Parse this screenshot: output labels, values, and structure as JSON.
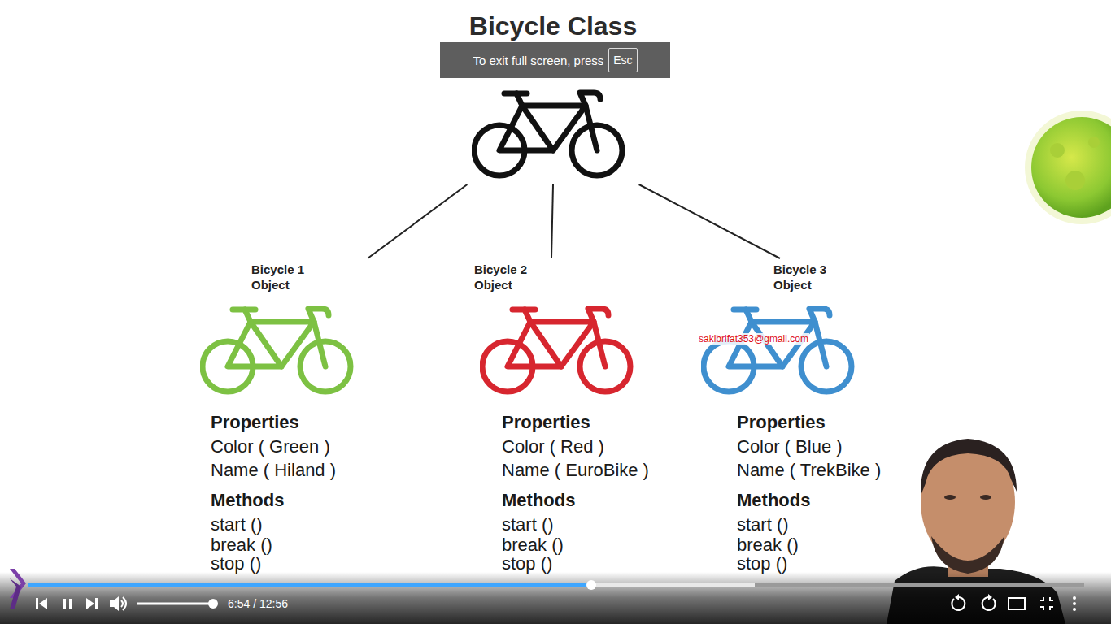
{
  "diagram": {
    "nodes": [
      {
        "text": [
          "To exit full screen, press"
        ]
      },
      {
        "text": [
          "Esc"
        ],
        "in": 0
      },
      {
        "text": [
          "Bicycle Class"
        ]
      },
      {
        "text": [
          "Bicycle 1 Object",
          "Properties",
          "Color ( Green )",
          "Name ( Hiland )",
          "Methods",
          "start ()",
          "break ()",
          "stop ()"
        ]
      },
      {
        "text": [
          "Bicycle 2 Object",
          "Properties",
          "Color ( Red )",
          "Name ( EuroBike )",
          "Methods",
          "start ()",
          "break ()",
          "stop ()"
        ]
      },
      {
        "text": [
          "Bicycle 3 Object",
          "Properties",
          "Color ( Blue )",
          "Name ( TrekBike )",
          "Methods",
          "start ()",
          "break ()",
          "stop ()"
        ]
      }
    ],
    "edges": [
      {
        "from": 2,
        "to": 3,
        "arrow": "none"
      },
      {
        "from": 2,
        "to": 4,
        "arrow": "none"
      },
      {
        "from": 2,
        "to": 5,
        "arrow": "none"
      }
    ],
    "labels": [
      "sakibrifat353@gmail.com",
      "6:54 / 12:56"
    ]
  }
}
